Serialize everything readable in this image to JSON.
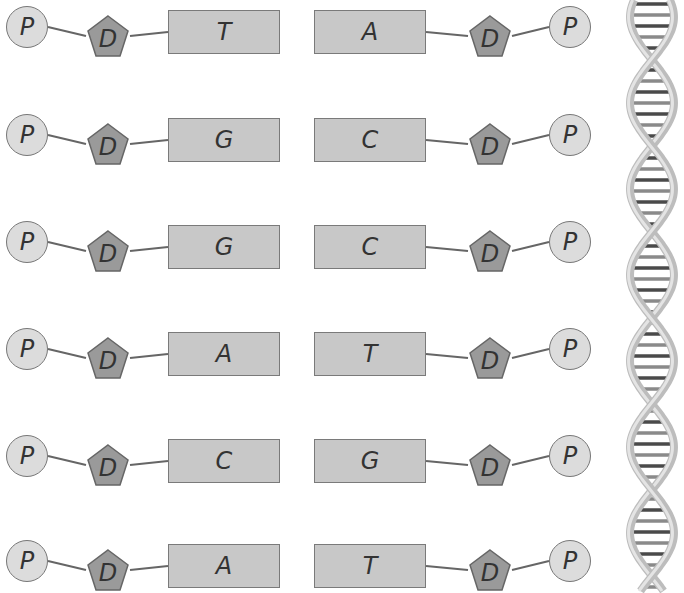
{
  "diagram": {
    "nodes": [
      {
        "text": [
          "P"
        ]
      },
      {
        "text": [
          "D"
        ]
      },
      {
        "text": [
          "T"
        ]
      },
      {
        "text": [
          "A"
        ]
      },
      {
        "text": [
          "D"
        ]
      },
      {
        "text": [
          "P"
        ]
      },
      {
        "text": [
          "P"
        ]
      },
      {
        "text": [
          "D"
        ]
      },
      {
        "text": [
          "G"
        ]
      },
      {
        "text": [
          "C"
        ]
      },
      {
        "text": [
          "D"
        ]
      },
      {
        "text": [
          "P"
        ]
      },
      {
        "text": [
          "P"
        ]
      },
      {
        "text": [
          "D"
        ]
      },
      {
        "text": [
          "G"
        ]
      },
      {
        "text": [
          "C"
        ]
      },
      {
        "text": [
          "D"
        ]
      },
      {
        "text": [
          "P"
        ]
      },
      {
        "text": [
          "P"
        ]
      },
      {
        "text": [
          "D"
        ]
      },
      {
        "text": [
          "A"
        ]
      },
      {
        "text": [
          "T"
        ]
      },
      {
        "text": [
          "D"
        ]
      },
      {
        "text": [
          "P"
        ]
      },
      {
        "text": [
          "P"
        ]
      },
      {
        "text": [
          "D"
        ]
      },
      {
        "text": [
          "C"
        ]
      },
      {
        "text": [
          "G"
        ]
      },
      {
        "text": [
          "D"
        ]
      },
      {
        "text": [
          "P"
        ]
      },
      {
        "text": [
          "P"
        ]
      },
      {
        "text": [
          "D"
        ]
      },
      {
        "text": [
          "A"
        ]
      },
      {
        "text": [
          "T"
        ]
      },
      {
        "text": [
          "D"
        ]
      },
      {
        "text": [
          "P"
        ]
      }
    ],
    "edges": [
      {
        "from": 0,
        "to": 1,
        "arrow": "none"
      },
      {
        "from": 1,
        "to": 2,
        "arrow": "none"
      },
      {
        "from": 3,
        "to": 4,
        "arrow": "none"
      },
      {
        "from": 4,
        "to": 5,
        "arrow": "none"
      },
      {
        "from": 6,
        "to": 7,
        "arrow": "none"
      },
      {
        "from": 7,
        "to": 8,
        "arrow": "none"
      },
      {
        "from": 9,
        "to": 10,
        "arrow": "none"
      },
      {
        "from": 10,
        "to": 11,
        "arrow": "none"
      },
      {
        "from": 12,
        "to": 13,
        "arrow": "none"
      },
      {
        "from": 13,
        "to": 14,
        "arrow": "none"
      },
      {
        "from": 15,
        "to": 16,
        "arrow": "none"
      },
      {
        "from": 16,
        "to": 17,
        "arrow": "none"
      },
      {
        "from": 18,
        "to": 19,
        "arrow": "none"
      },
      {
        "from": 19,
        "to": 20,
        "arrow": "none"
      },
      {
        "from": 21,
        "to": 22,
        "arrow": "none"
      },
      {
        "from": 22,
        "to": 23,
        "arrow": "none"
      },
      {
        "from": 24,
        "to": 25,
        "arrow": "none"
      },
      {
        "from": 25,
        "to": 26,
        "arrow": "none"
      },
      {
        "from": 27,
        "to": 28,
        "arrow": "none"
      },
      {
        "from": 28,
        "to": 29,
        "arrow": "none"
      },
      {
        "from": 30,
        "to": 31,
        "arrow": "none"
      },
      {
        "from": 31,
        "to": 32,
        "arrow": "none"
      },
      {
        "from": 33,
        "to": 34,
        "arrow": "none"
      },
      {
        "from": 34,
        "to": 35,
        "arrow": "none"
      }
    ]
  }
}
